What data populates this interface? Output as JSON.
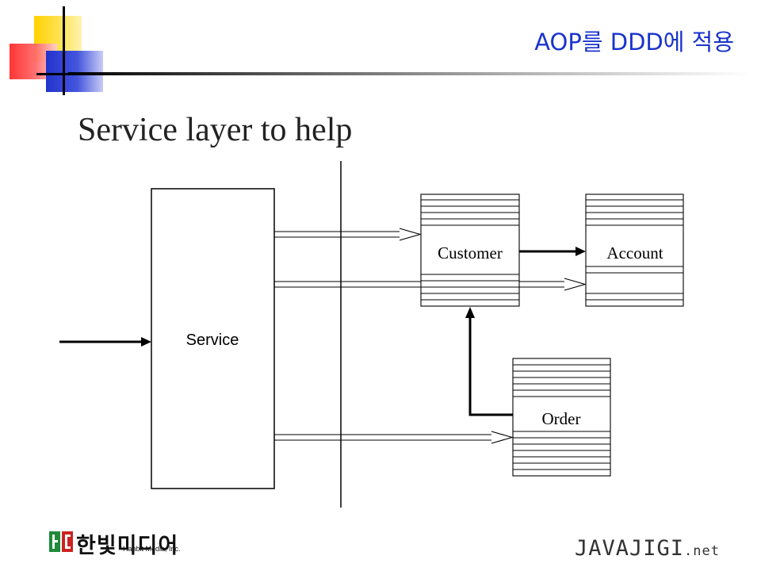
{
  "slide_title": "AOP를 DDD에 적용",
  "heading": "Service layer to help",
  "diagram": {
    "service_label": "Service",
    "entities": [
      {
        "label": "Customer"
      },
      {
        "label": "Account"
      },
      {
        "label": "Order"
      }
    ]
  },
  "footer": {
    "left_logo_text": "한빛미디어",
    "left_logo_subtext": "Hanbit Media, Inc.",
    "right_logo_main": "JAVAJIGI",
    "right_logo_suffix": ".net"
  },
  "colors": {
    "title_blue": "#1a33cc",
    "deco_yellow": "#ffd200",
    "deco_red": "#ff3030",
    "deco_blue": "#2233cc"
  }
}
